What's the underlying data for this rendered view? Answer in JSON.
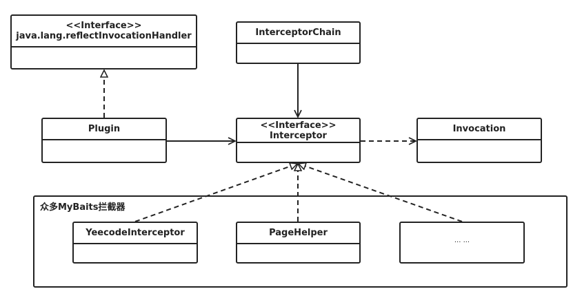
{
  "invocation_handler": {
    "stereotype": "<<Interface>>",
    "name": "java.lang.reflectInvocationHandler"
  },
  "interceptor_chain": {
    "name": "InterceptorChain"
  },
  "plugin": {
    "name": "Plugin"
  },
  "interceptor": {
    "stereotype": "<<Interface>>",
    "name": "Interceptor"
  },
  "invocation": {
    "name": "Invocation"
  },
  "mybatis_group": {
    "label": "众多MyBaits拦截器",
    "items": [
      "YeecodeInterceptor",
      "PageHelper",
      "... ..."
    ]
  }
}
